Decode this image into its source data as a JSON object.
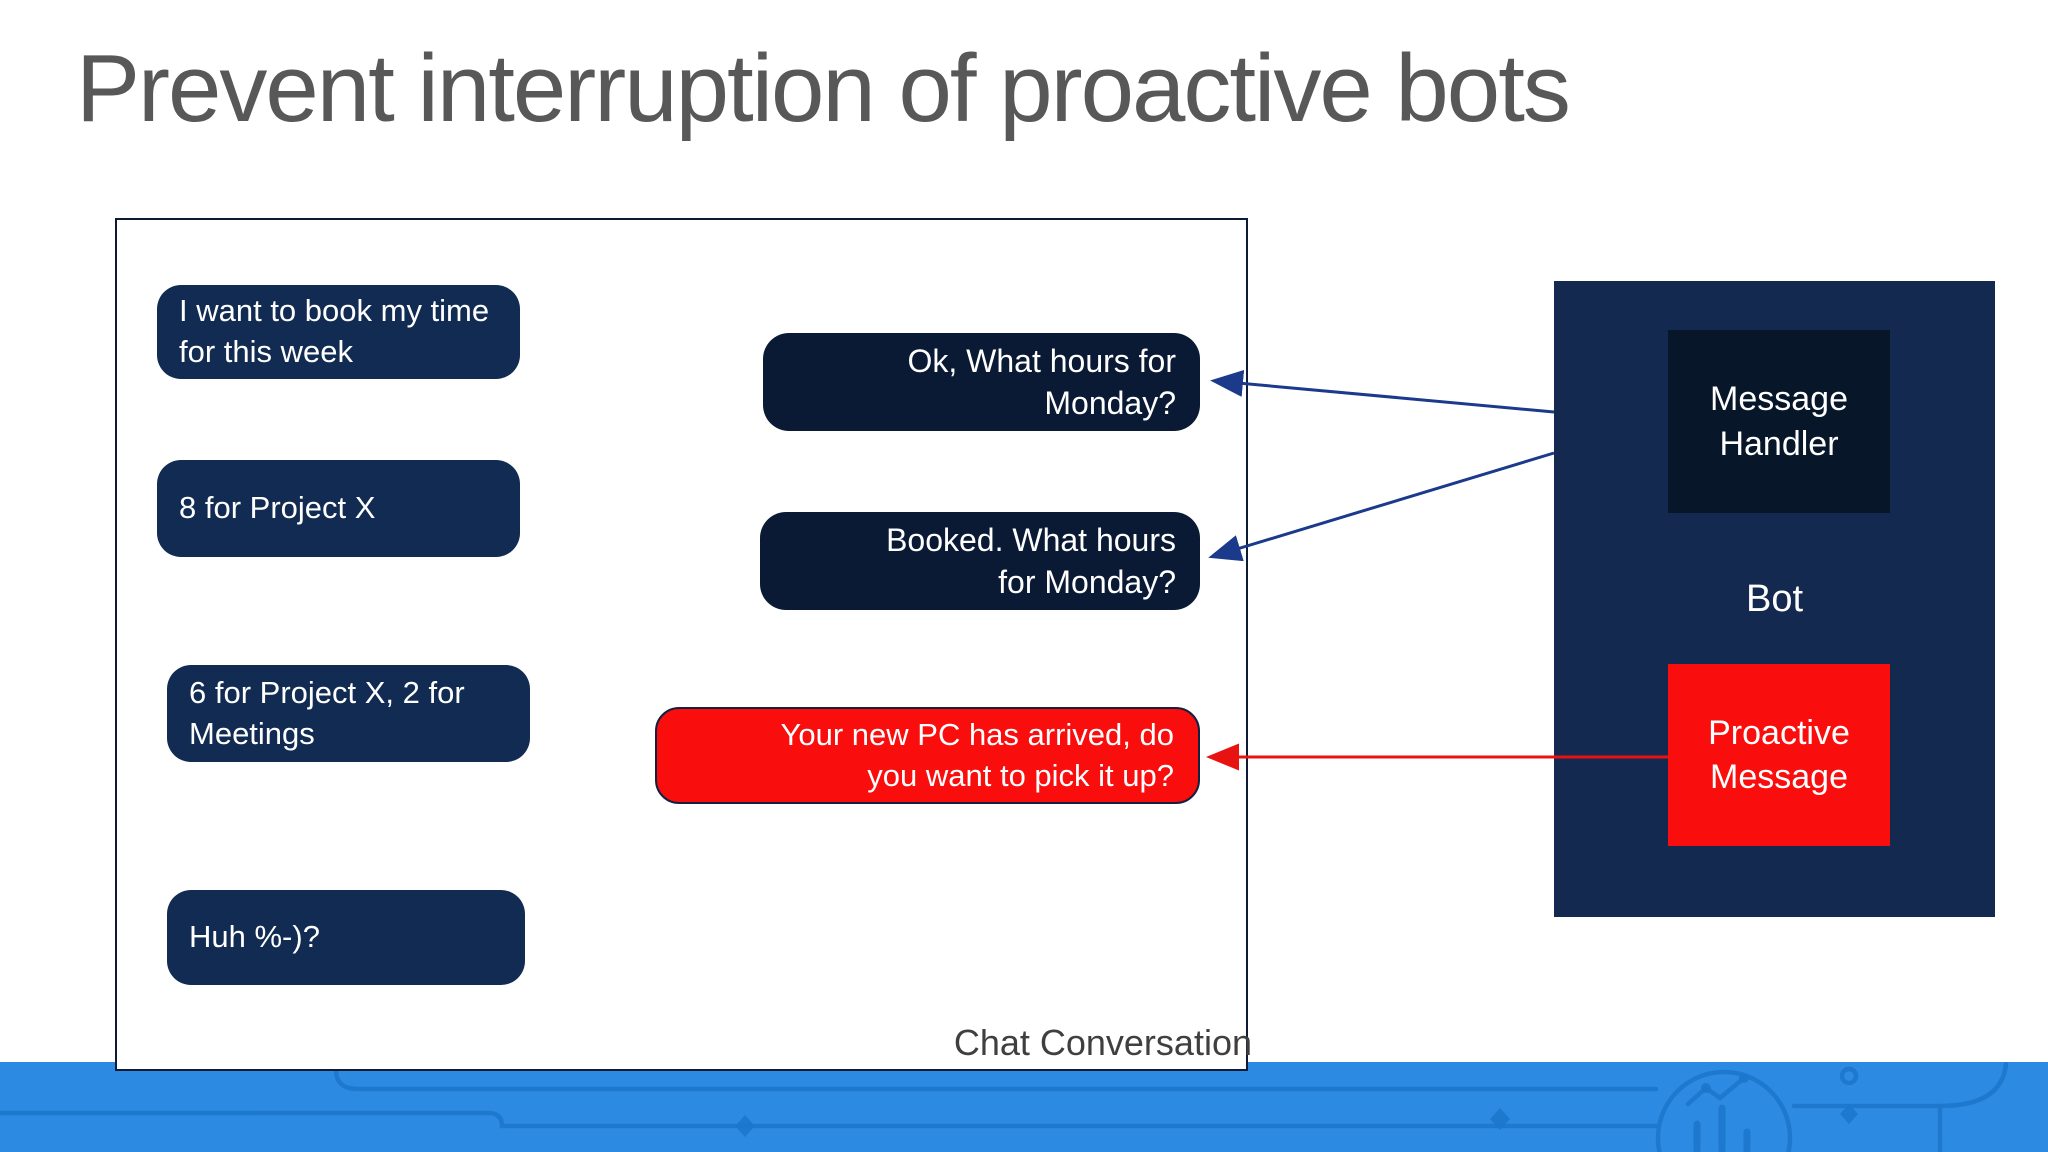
{
  "slide": {
    "title": "Prevent interruption of proactive bots"
  },
  "chat": {
    "label": "Chat Conversation",
    "user_messages": [
      {
        "text": "I want to book my time for this week"
      },
      {
        "text": "8 for Project X"
      },
      {
        "text": "6 for Project X, 2 for Meetings"
      },
      {
        "text": "Huh %-)?"
      }
    ],
    "bot_messages": [
      {
        "text": "Ok, What hours for Monday?"
      },
      {
        "text": "Booked. What hours for Monday?"
      }
    ],
    "proactive_message": {
      "text": "Your new PC has arrived, do you want to pick it up?"
    }
  },
  "bot_panel": {
    "label": "Bot",
    "message_handler_label": "Message Handler",
    "proactive_label": "Proactive Message"
  },
  "icons": {
    "footer_emblem": "analytics-chart-icon"
  },
  "colors": {
    "title_gray": "#585858",
    "label_gray": "#3f3f3f",
    "user_bubble_navy": "#122b52",
    "bot_bubble_dark_navy": "#0b1a34",
    "panel_navy": "#13294f",
    "handler_box_navy": "#071629",
    "proactive_red": "#fa0d0d",
    "arrow_navy": "#1b3a8c",
    "arrow_red": "#e81310",
    "footer_band_blue": "#2d8ae2",
    "footer_trace_blue": "#1c77cc",
    "box_border_dark": "#0e1b35"
  }
}
